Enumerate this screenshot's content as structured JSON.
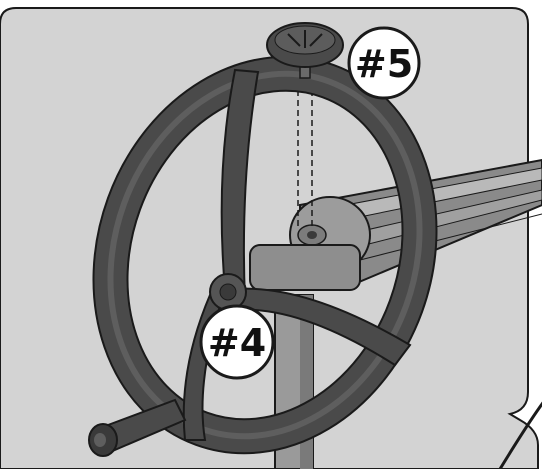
{
  "illustration": {
    "description_free": true,
    "callouts": [
      {
        "id": "callout-5",
        "label": "#5",
        "part": "knob"
      },
      {
        "id": "callout-4",
        "label": "#4",
        "part": "handwheel"
      }
    ],
    "colors": {
      "background_panel": "#d3d3d3",
      "wheel": "#4a4a4a",
      "wheel_dark": "#2e2e2e",
      "tube": "#8a8a8a",
      "tube_light": "#b9b9b9",
      "outline": "#1a1a1a",
      "callout_fill": "#ffffff"
    }
  }
}
